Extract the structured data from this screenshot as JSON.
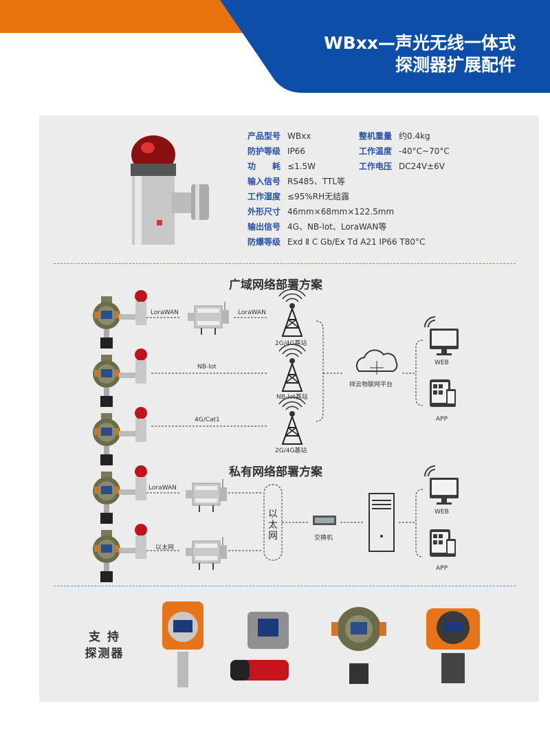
{
  "header": {
    "title_line1": "WBxx—声光无线一体式",
    "title_line2": "探测器扩展配件",
    "colors": {
      "orange": "#e8740f",
      "blue": "#0d4fa8"
    }
  },
  "specs": {
    "left": [
      {
        "key": "产品型号",
        "value": "WBxx"
      },
      {
        "key": "防护等级",
        "value": "IP66"
      },
      {
        "key": "功　　耗",
        "value": "≤1.5W"
      },
      {
        "key": "输入信号",
        "value": "RS485、TTL等"
      },
      {
        "key": "工作湿度",
        "value": "≤95%RH无结露"
      },
      {
        "key": "外形尺寸",
        "value": "46mm×68mm×122.5mm"
      },
      {
        "key": "输出信号",
        "value": "4G、NB-lot、LoraWAN等"
      },
      {
        "key": "防爆等级",
        "value": "Exd Ⅱ C Gb/Ex Td A21 IP66 T80°C"
      }
    ],
    "right": [
      {
        "key": "整机重量",
        "value": "约0.4kg"
      },
      {
        "key": "工作温度",
        "value": "-40°C~70°C"
      },
      {
        "key": "工作电压",
        "value": "DC24V±6V"
      }
    ]
  },
  "wan": {
    "title": "广域网络部署方案",
    "link_lora_1": "LoraWAN",
    "link_lora_2": "LoraWAN",
    "link_nb": "NB-lot",
    "link_4g": "4G/Cat1",
    "station_1": "2G/4G基站",
    "station_2": "NB-lot基站",
    "station_3": "2G/4G基站",
    "cloud": "祥云物联网平台",
    "web": "WEB",
    "app": "APP"
  },
  "private": {
    "title": "私有网络部署方案",
    "link_lora": "LoraWAN",
    "link_eth": "以太网",
    "ethernet": "以太网",
    "switch": "交换机",
    "web": "WEB",
    "app": "APP"
  },
  "support": {
    "line1": "支 持",
    "line2": "探测器"
  }
}
